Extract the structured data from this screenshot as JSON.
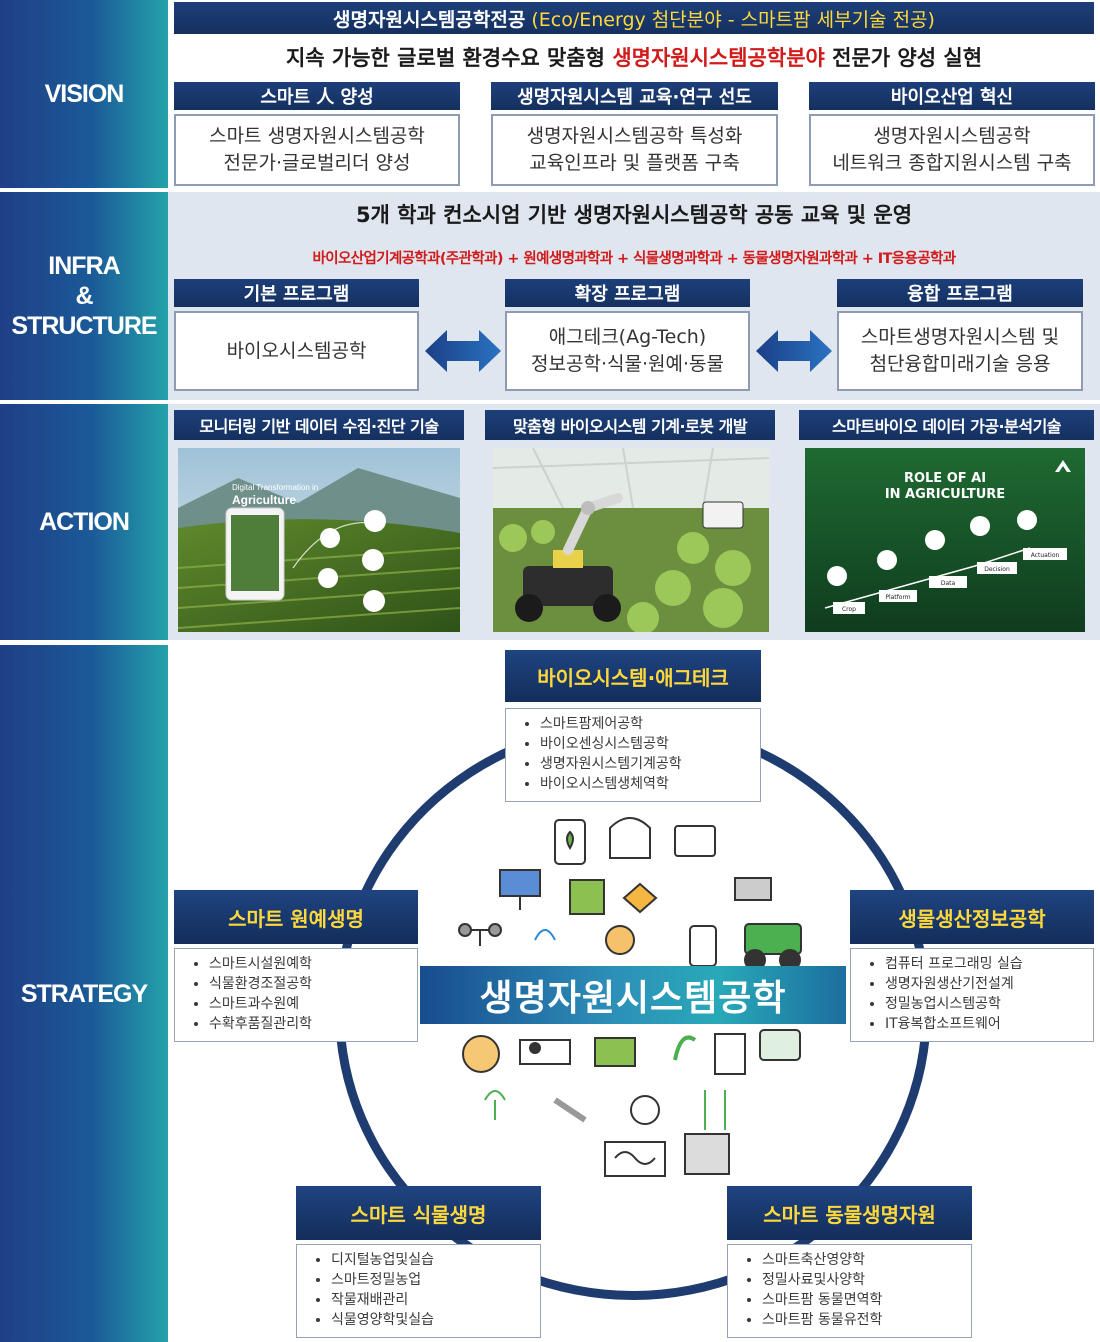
{
  "vision": {
    "label": "VISION",
    "title_main": "생명자원시스템공학전공",
    "title_sub": "(Eco/Energy 첨단분야 - 스마트팜 세부기술 전공)",
    "goal_pre": "지속 가능한 글로벌 환경수요 맞춤형",
    "goal_highlight": "생명자원시스템공학분야",
    "goal_post": "전문가 양성 실현",
    "pillars": [
      {
        "title": "스마트 人 양성",
        "lines": [
          "스마트 생명자원시스템공학",
          "전문가·글로벌리더 양성"
        ]
      },
      {
        "title": "생명자원시스템 교육·연구 선도",
        "lines": [
          "생명자원시스템공학 특성화",
          "교육인프라 및 플랫폼 구축"
        ]
      },
      {
        "title": "바이오산업 혁신",
        "lines": [
          "생명자원시스템공학",
          "네트워크 종합지원시스템 구축"
        ]
      }
    ]
  },
  "infra": {
    "label_lines": [
      "INFRA",
      "&",
      "STRUCTURE"
    ],
    "headline": "5개 학과 컨소시엄 기반 생명자원시스템공학 공동 교육 및 운영",
    "depts": "바이오산업기계공학과(주관학과) + 원예생명과학과 + 식물생명과학과 + 동물생명자원과학과 + IT응용공학과",
    "programs": [
      {
        "title": "기본 프로그램",
        "lines": [
          "바이오시스템공학"
        ]
      },
      {
        "title": "확장 프로그램",
        "lines": [
          "애그테크(Ag-Tech)",
          "정보공학·식물·원예·동물"
        ]
      },
      {
        "title": "융합 프로그램",
        "lines": [
          "스마트생명자원시스템 및",
          "첨단융합미래기술 응용"
        ]
      }
    ]
  },
  "action": {
    "label": "ACTION",
    "items": [
      {
        "title": "모니터링 기반 데이터 수집·진단 기술",
        "img_text_1": "Digital Transformation in",
        "img_text_2": "Agriculture"
      },
      {
        "title": "맞춤형 바이오시스템 기계·로봇 개발"
      },
      {
        "title": "스마트바이오 데이터 가공·분석기술",
        "img_text_1": "ROLE OF AI",
        "img_text_2": "IN AGRICULTURE",
        "steps": [
          "Crop",
          "Platform",
          "Data",
          "Decision",
          "Actuation"
        ]
      }
    ]
  },
  "strategy": {
    "label": "STRATEGY",
    "center": "생명자원시스템공학",
    "groups": {
      "top": {
        "title": "바이오시스템·애그테크",
        "items": [
          "스마트팜제어공학",
          "바이오센싱시스템공학",
          "생명자원시스템기계공학",
          "바이오시스템생체역학"
        ]
      },
      "left": {
        "title": "스마트 원예생명",
        "items": [
          "스마트시설원예학",
          "식물환경조절공학",
          "스마트과수원예",
          "수확후품질관리학"
        ]
      },
      "right": {
        "title": "생물생산정보공학",
        "items": [
          "컴퓨터 프로그래밍 실습",
          "생명자원생산기전설계",
          "정밀농업시스템공학",
          "IT융복합소프트웨어"
        ]
      },
      "bottom_left": {
        "title": "스마트 식물생명",
        "items": [
          "디지털농업및실습",
          "스마트정밀농업",
          "작물재배관리",
          "식물영양학및실습"
        ]
      },
      "bottom_right": {
        "title": "스마트 동물생명자원",
        "items": [
          "스마트축산영양학",
          "정밀사료및사양학",
          "스마트팜 동물면역학",
          "스마트팜 동물유전학"
        ]
      }
    }
  },
  "colors": {
    "navy": "#1d3f7a",
    "red": "#d11a1a",
    "gold": "#ffd93c",
    "teal": "#28a9b8"
  }
}
